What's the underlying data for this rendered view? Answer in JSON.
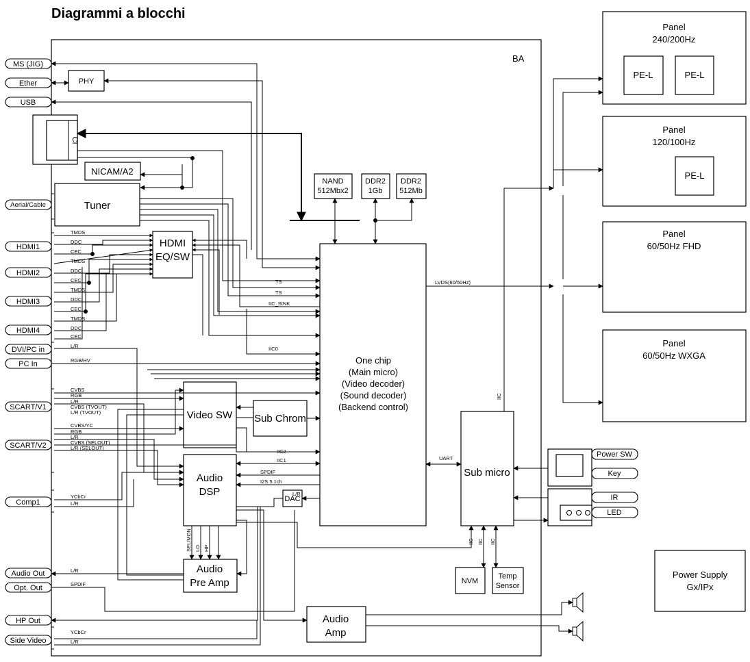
{
  "title": "Diagrammi a blocchi",
  "board_label": "BA",
  "connectors_left": {
    "ms_jig": "MS (JIG)",
    "ether": "Ether",
    "usb": "USB",
    "aerial": "Aerial/Cable",
    "hdmi1": "HDMI1",
    "hdmi2": "HDMI2",
    "hdmi3": "HDMI3",
    "hdmi4": "HDMI4",
    "dvi_pc": "DVI/PC in",
    "pc_in": "PC In",
    "scart_v1": "SCART/V1",
    "scart_v2": "SCART/V2",
    "comp1": "Comp1",
    "audio_out": "Audio Out",
    "opt_out": "Opt. Out",
    "hp_out": "HP Out",
    "side_video": "Side Video"
  },
  "blocks": {
    "phy": "PHY",
    "ci": "CI",
    "nicam": "NICAM/A2",
    "tuner": "Tuner",
    "hdmi_sw_1": "HDMI",
    "hdmi_sw_2": "EQ/SW",
    "nand_1": "NAND",
    "nand_2": "512Mbx2",
    "ddr_a_1": "DDR2",
    "ddr_a_2": "1Gb",
    "ddr_b_1": "DDR2",
    "ddr_b_2": "512Mb",
    "onechip_1": "One chip",
    "onechip_2": "(Main micro)",
    "onechip_3": "(Video decoder)",
    "onechip_4": "(Sound decoder)",
    "onechip_5": "(Backend control)",
    "video_sw": "Video SW",
    "sub_chrom": "Sub Chrom",
    "audio_dsp_1": "Audio",
    "audio_dsp_2": "DSP",
    "dac": "DAC",
    "pre_amp_1": "Audio",
    "pre_amp_2": "Pre Amp",
    "audio_amp_1": "Audio",
    "audio_amp_2": "Amp",
    "sub_micro": "Sub micro",
    "nvm": "NVM",
    "temp_1": "Temp",
    "temp_2": "Sensor"
  },
  "panels": {
    "p1_1": "Panel",
    "p1_2": "240/200Hz",
    "pel_a": "PE-L",
    "pel_b": "PE-L",
    "p2_1": "Panel",
    "p2_2": "120/100Hz",
    "pel_c": "PE-L",
    "p3_1": "Panel",
    "p3_2": "60/50Hz FHD",
    "p4_1": "Panel",
    "p4_2": "60/50Hz WXGA"
  },
  "right_side": {
    "power_sw": "Power SW",
    "key": "Key",
    "ir": "IR",
    "led": "LED",
    "psu_1": "Power Supply",
    "psu_2": "Gx/IPx"
  },
  "signals": {
    "tmds": "TMDS",
    "ddc": "DDC",
    "cec": "CEC",
    "lr": "L/R",
    "rgb_hv": "RGB/HV",
    "cvbs": "CVBS",
    "rgb": "RGB",
    "cvbs_tvout": "CVBS (TVOUT)",
    "lr_tvout": "L/R (TVOUT)",
    "cvbs_yc": "CVBS/YC",
    "cvbs_selout": "CVBS (SELOUT)",
    "lr_selout": "L/R (SELOUT)",
    "ycbcr": "YCbCr",
    "spdif": "SPDIF",
    "ts": "TS",
    "iic_sink": "IIC_SINK",
    "iic0": "IIC0",
    "iic2": "IIC2",
    "iic1": "IIC1",
    "i2s": "I2S 5.1ch",
    "lvds": "LVDS(60/50Hz)",
    "uart": "UART",
    "iic": "IIC",
    "sel_mon": "SEL/MON",
    "lo": "LO",
    "hp": "HP"
  }
}
